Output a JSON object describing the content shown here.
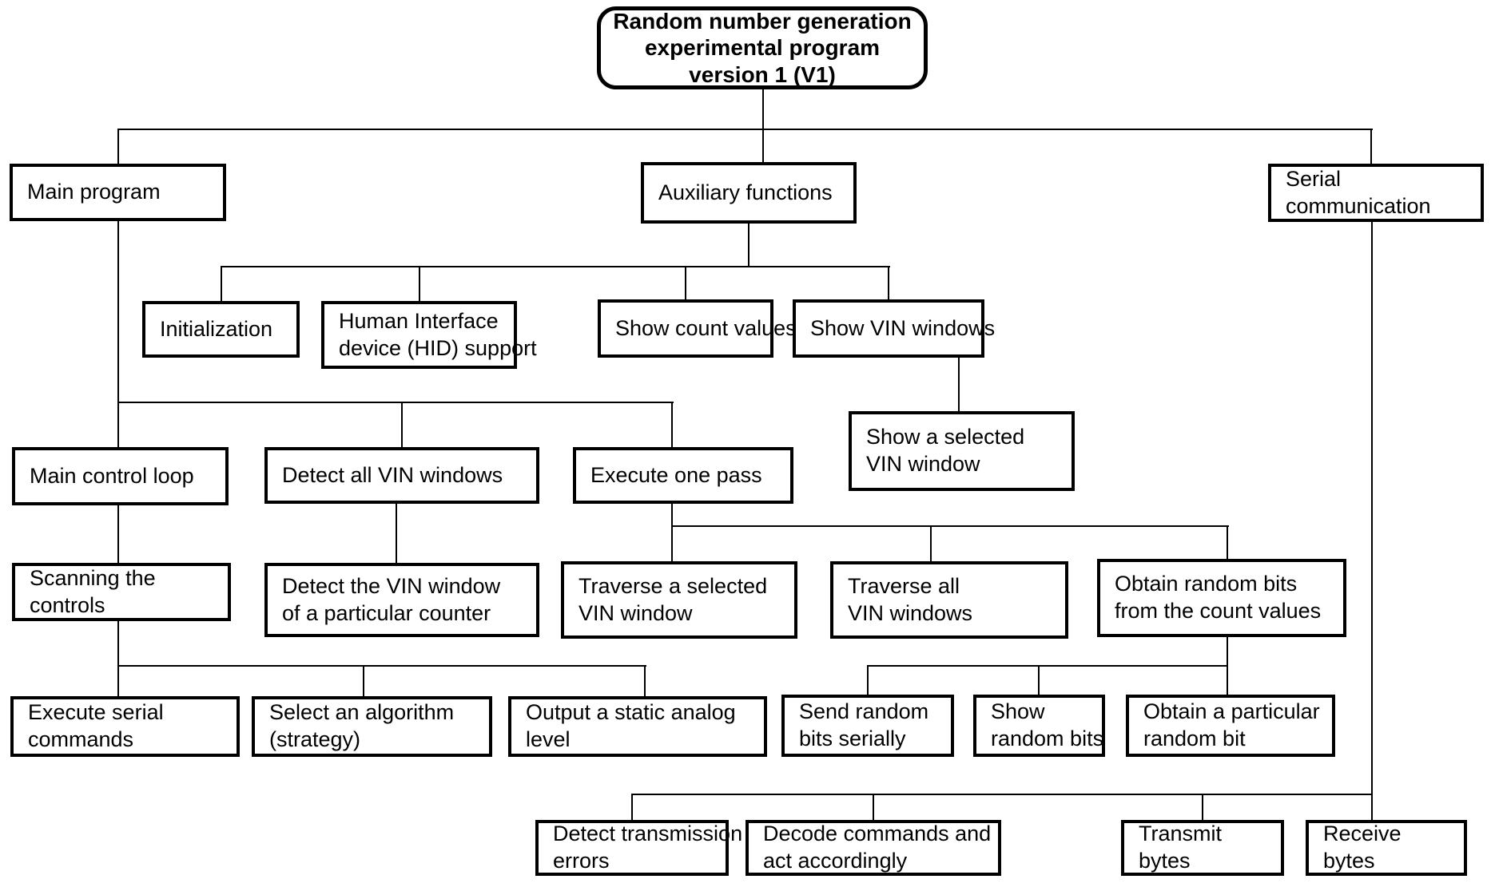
{
  "colors": {
    "background": "#ffffff",
    "box_border": "#000000",
    "connector": "#000000",
    "text": "#000000"
  },
  "diagram": {
    "nodes": [
      {
        "id": "root",
        "label": "Random number generation\nexperimental program\nversion 1 (V1)"
      },
      {
        "id": "main-program",
        "label": "Main program"
      },
      {
        "id": "auxiliary-functions",
        "label": "Auxiliary functions"
      },
      {
        "id": "serial-communication",
        "label": "Serial\ncommunication"
      },
      {
        "id": "initialization",
        "label": "Initialization"
      },
      {
        "id": "hid-support",
        "label": "Human Interface\ndevice (HID) support"
      },
      {
        "id": "show-count-values",
        "label": "Show count values"
      },
      {
        "id": "show-vin-windows",
        "label": "Show VIN windows"
      },
      {
        "id": "show-selected-vin-window",
        "label": "Show a selected\nVIN window"
      },
      {
        "id": "main-control-loop",
        "label": "Main control loop"
      },
      {
        "id": "detect-all-vin-windows",
        "label": "Detect all VIN windows"
      },
      {
        "id": "execute-one-pass",
        "label": "Execute one pass"
      },
      {
        "id": "scanning-the-controls",
        "label": "Scanning the\ncontrols"
      },
      {
        "id": "detect-vin-window-particular-counter",
        "label": "Detect the VIN window\nof a particular counter"
      },
      {
        "id": "traverse-selected-vin-window",
        "label": "Traverse a selected\nVIN window"
      },
      {
        "id": "traverse-all-vin-windows",
        "label": "Traverse all\nVIN windows"
      },
      {
        "id": "obtain-random-bits",
        "label": "Obtain random bits\nfrom the count values"
      },
      {
        "id": "execute-serial-commands",
        "label": "Execute serial\ncommands"
      },
      {
        "id": "select-algorithm",
        "label": "Select an algorithm\n(strategy)"
      },
      {
        "id": "output-static-analog-level",
        "label": "Output a static analog\nlevel"
      },
      {
        "id": "send-random-bits-serially",
        "label": "Send random\nbits serially"
      },
      {
        "id": "show-random-bits",
        "label": "Show\nrandom bits"
      },
      {
        "id": "obtain-particular-random-bit",
        "label": "Obtain a particular\nrandom bit"
      },
      {
        "id": "detect-transmission-errors",
        "label": "Detect transmission\nerrors"
      },
      {
        "id": "decode-commands",
        "label": "Decode commands and\nact accordingly"
      },
      {
        "id": "transmit-bytes",
        "label": "Transmit\nbytes"
      },
      {
        "id": "receive-bytes",
        "label": "Receive\nbytes"
      }
    ],
    "edges": [
      [
        "root",
        "main-program"
      ],
      [
        "root",
        "auxiliary-functions"
      ],
      [
        "root",
        "serial-communication"
      ],
      [
        "auxiliary-functions",
        "initialization"
      ],
      [
        "auxiliary-functions",
        "hid-support"
      ],
      [
        "auxiliary-functions",
        "show-count-values"
      ],
      [
        "auxiliary-functions",
        "show-vin-windows"
      ],
      [
        "show-vin-windows",
        "show-selected-vin-window"
      ],
      [
        "main-program",
        "main-control-loop"
      ],
      [
        "main-program",
        "detect-all-vin-windows"
      ],
      [
        "main-program",
        "execute-one-pass"
      ],
      [
        "main-control-loop",
        "scanning-the-controls"
      ],
      [
        "detect-all-vin-windows",
        "detect-vin-window-particular-counter"
      ],
      [
        "execute-one-pass",
        "traverse-selected-vin-window"
      ],
      [
        "execute-one-pass",
        "traverse-all-vin-windows"
      ],
      [
        "execute-one-pass",
        "obtain-random-bits"
      ],
      [
        "scanning-the-controls",
        "execute-serial-commands"
      ],
      [
        "scanning-the-controls",
        "select-algorithm"
      ],
      [
        "scanning-the-controls",
        "output-static-analog-level"
      ],
      [
        "obtain-random-bits",
        "send-random-bits-serially"
      ],
      [
        "obtain-random-bits",
        "show-random-bits"
      ],
      [
        "obtain-random-bits",
        "obtain-particular-random-bit"
      ],
      [
        "serial-communication",
        "detect-transmission-errors"
      ],
      [
        "serial-communication",
        "decode-commands"
      ],
      [
        "serial-communication",
        "transmit-bytes"
      ],
      [
        "serial-communication",
        "receive-bytes"
      ]
    ]
  }
}
